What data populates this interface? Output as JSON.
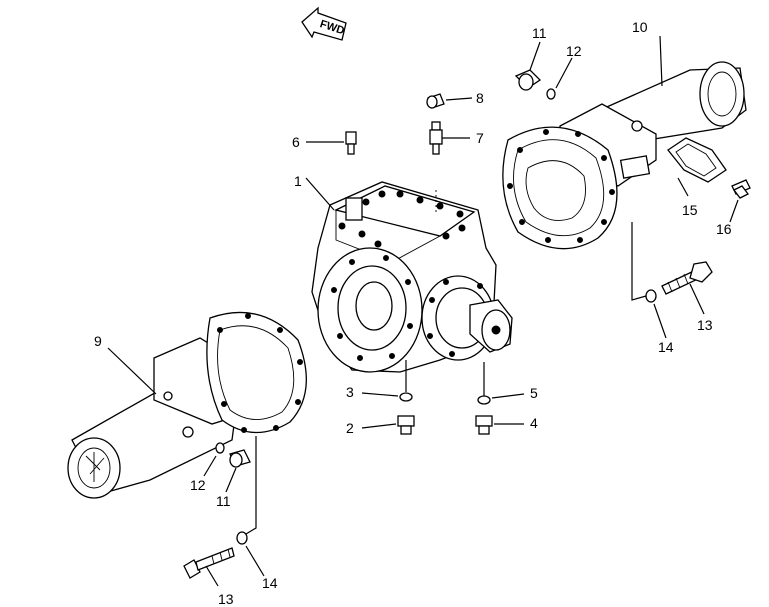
{
  "direction_marker": {
    "text": "FWD"
  },
  "callouts": {
    "p1": "1",
    "p2": "2",
    "p3": "3",
    "p4": "4",
    "p5": "5",
    "p6": "6",
    "p7": "7",
    "p8": "8",
    "p9": "9",
    "p10": "10",
    "p11a": "11",
    "p11b": "11",
    "p12a": "12",
    "p12b": "12",
    "p13a": "13",
    "p13b": "13",
    "p14a": "14",
    "p14b": "14",
    "p15": "15",
    "p16": "16"
  }
}
